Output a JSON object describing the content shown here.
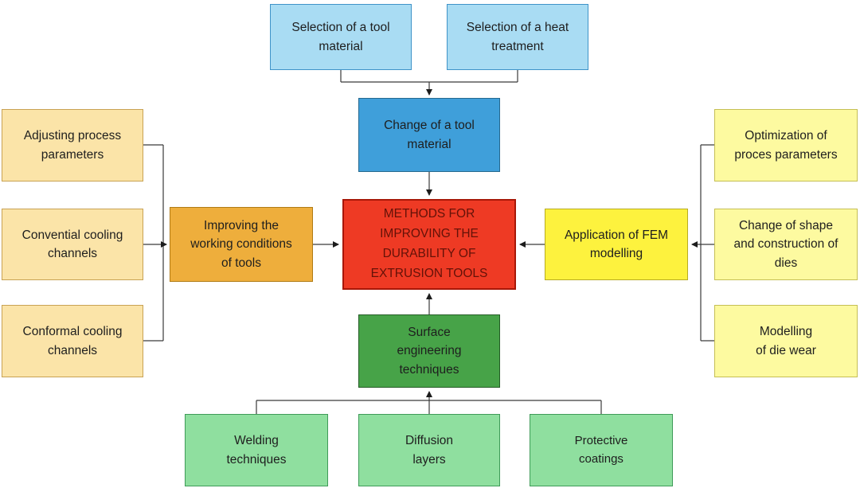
{
  "diagram_title": "Methods for improving the durability of extrusion tools — block diagram",
  "colors": {
    "light_blue": "#a9dcf3",
    "blue": "#3f9fda",
    "red": "#ee3a24",
    "wheat": "#fbe4a8",
    "orange": "#eeae3c",
    "yellow": "#fdf23e",
    "light_yellow": "#fdfaa0",
    "green": "#47a348",
    "light_green": "#8fdf9f",
    "line": "#3a3a3a"
  },
  "nodes": {
    "tool_material_selection": {
      "label": "Selection of a tool\nmaterial"
    },
    "heat_treatment_selection": {
      "label": "Selection of a heat\ntreatment"
    },
    "change_tool_material": {
      "label": "Change of a tool\nmaterial"
    },
    "center": {
      "label": "METHODS FOR\nIMPROVING THE\nDURABILITY OF\nEXTRUSION TOOLS"
    },
    "adjusting_process_parameters": {
      "label": "Adjusting process\nparameters"
    },
    "convential_cooling_channels": {
      "label": "Convential cooling\nchannels"
    },
    "conformal_cooling_channels": {
      "label": "Conformal cooling\nchannels"
    },
    "improving_working_conditions": {
      "label": "Improving the\nworking conditions\nof tools"
    },
    "application_fem_modelling": {
      "label": "Application of FEM\nmodelling"
    },
    "optimization_process_parameters": {
      "label": "Optimization of\nproces parameters"
    },
    "change_shape_construction": {
      "label": "Change of shape\nand construction of\ndies"
    },
    "modelling_die_wear": {
      "label": "Modelling\nof die wear"
    },
    "surface_engineering": {
      "label": "Surface\nengineering\ntechniques"
    },
    "welding_techniques": {
      "label": "Welding\ntechniques"
    },
    "diffusion_layers": {
      "label": "Diffusion\nlayers"
    },
    "protective_coatings": {
      "label": "Protective\ncoatings"
    }
  }
}
